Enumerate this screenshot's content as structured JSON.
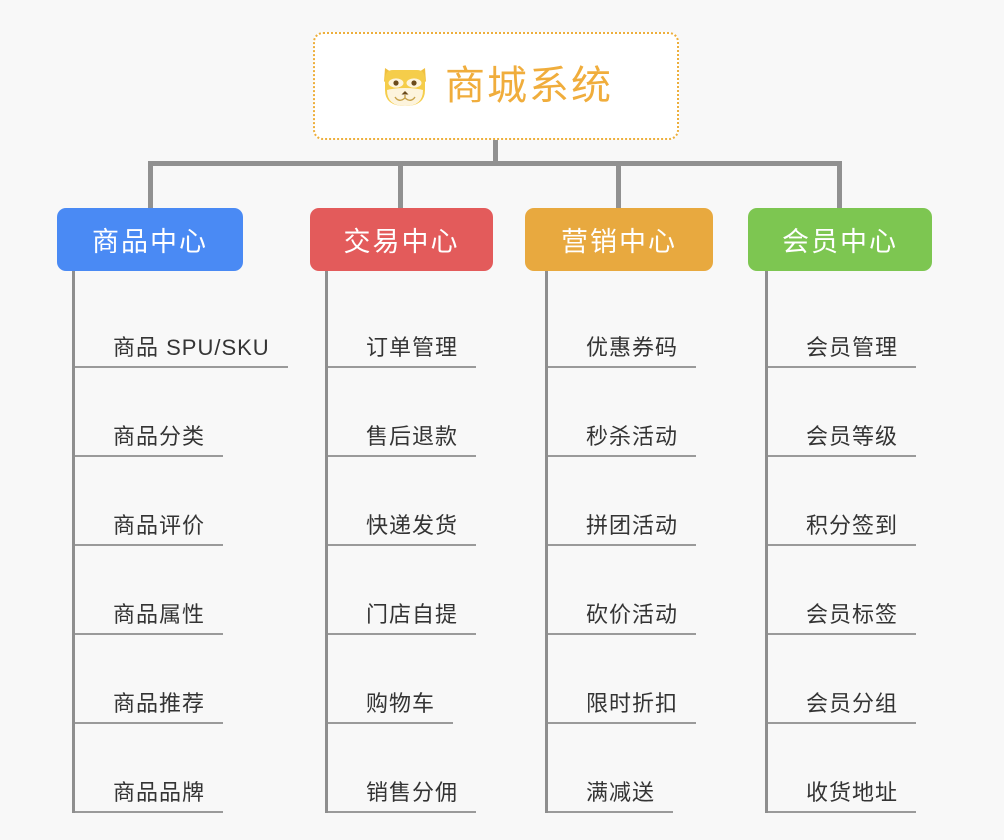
{
  "page": {
    "background_color": "#f8f8f8",
    "connector_color": "#919191",
    "leaf_text_color": "#343434",
    "leaf_rule_color": "#9a9a9a"
  },
  "root": {
    "icon": "shiba-inu-dog-face-emoji",
    "title": "商城系统",
    "text_color": "#f0ad3c",
    "border_color": "#edaf3c",
    "border_style": "dotted",
    "background_color": "#ffffff"
  },
  "columns": [
    {
      "id": "product-center",
      "label": "商品中心",
      "color": "#4a8af4",
      "items": [
        {
          "label": "商品 SPU/SKU"
        },
        {
          "label": "商品分类"
        },
        {
          "label": "商品评价"
        },
        {
          "label": "商品属性"
        },
        {
          "label": "商品推荐"
        },
        {
          "label": "商品品牌"
        }
      ]
    },
    {
      "id": "trade-center",
      "label": "交易中心",
      "color": "#e35b5b",
      "items": [
        {
          "label": "订单管理"
        },
        {
          "label": "售后退款"
        },
        {
          "label": "快递发货"
        },
        {
          "label": "门店自提"
        },
        {
          "label": "购物车"
        },
        {
          "label": "销售分佣"
        }
      ]
    },
    {
      "id": "marketing-center",
      "label": "营销中心",
      "color": "#e8a93f",
      "items": [
        {
          "label": "优惠券码"
        },
        {
          "label": "秒杀活动"
        },
        {
          "label": "拼团活动"
        },
        {
          "label": "砍价活动"
        },
        {
          "label": "限时折扣"
        },
        {
          "label": "满减送"
        }
      ]
    },
    {
      "id": "member-center",
      "label": "会员中心",
      "color": "#7dc651",
      "items": [
        {
          "label": "会员管理"
        },
        {
          "label": "会员等级"
        },
        {
          "label": "积分签到"
        },
        {
          "label": "会员标签"
        },
        {
          "label": "会员分组"
        },
        {
          "label": "收货地址"
        }
      ]
    }
  ]
}
